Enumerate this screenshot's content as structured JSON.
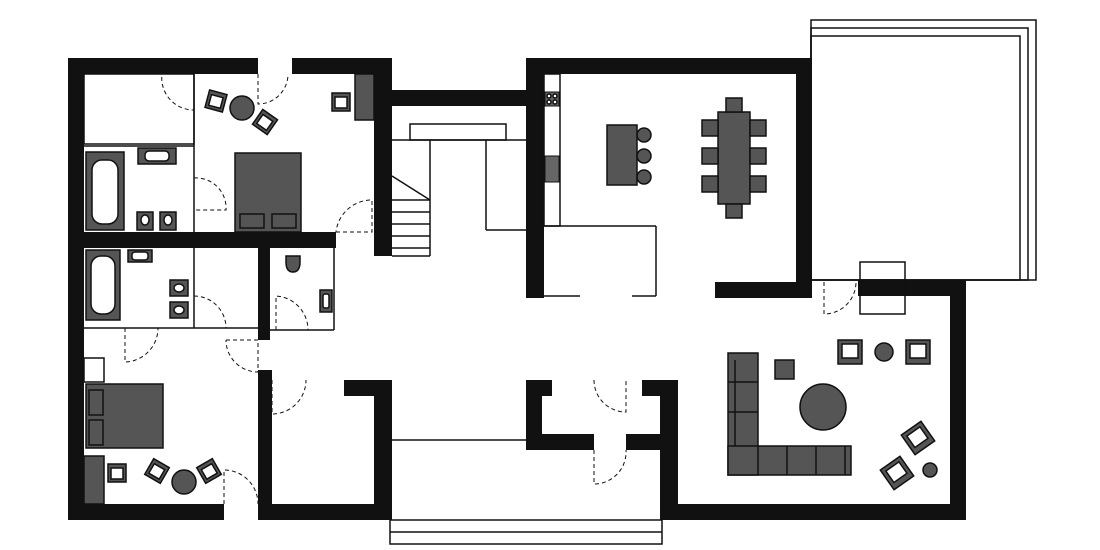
{
  "plan": {
    "colors": {
      "wall": "#111111",
      "furniture": "#555555",
      "background": "#ffffff"
    },
    "rooms": [
      {
        "name": "bedroom-upper",
        "furniture": [
          "double-bed",
          "armchair",
          "armchair",
          "round-side-table",
          "desk-chair",
          "wardrobe"
        ]
      },
      {
        "name": "bathroom-upper",
        "furniture": [
          "bathtub",
          "sink",
          "toilet",
          "bidet"
        ]
      },
      {
        "name": "bathroom-middle",
        "furniture": [
          "bathtub",
          "sink",
          "toilet",
          "bidet"
        ]
      },
      {
        "name": "wc",
        "furniture": [
          "toilet",
          "sink"
        ]
      },
      {
        "name": "bedroom-lower",
        "furniture": [
          "double-bed",
          "armchair",
          "armchair",
          "round-side-table",
          "desk-chair",
          "wardrobe"
        ]
      },
      {
        "name": "stair-hall",
        "furniture": [
          "staircase"
        ]
      },
      {
        "name": "kitchen-dining",
        "furniture": [
          "kitchen-counter",
          "kitchen-island",
          "bar-stool",
          "bar-stool",
          "bar-stool",
          "dining-table",
          "dining-chair"
        ]
      },
      {
        "name": "terrace",
        "furniture": []
      },
      {
        "name": "living-room",
        "furniture": [
          "corner-sofa",
          "coffee-table",
          "armchair",
          "armchair",
          "armchair",
          "armchair",
          "side-table",
          "side-table",
          "ottoman"
        ]
      }
    ]
  }
}
